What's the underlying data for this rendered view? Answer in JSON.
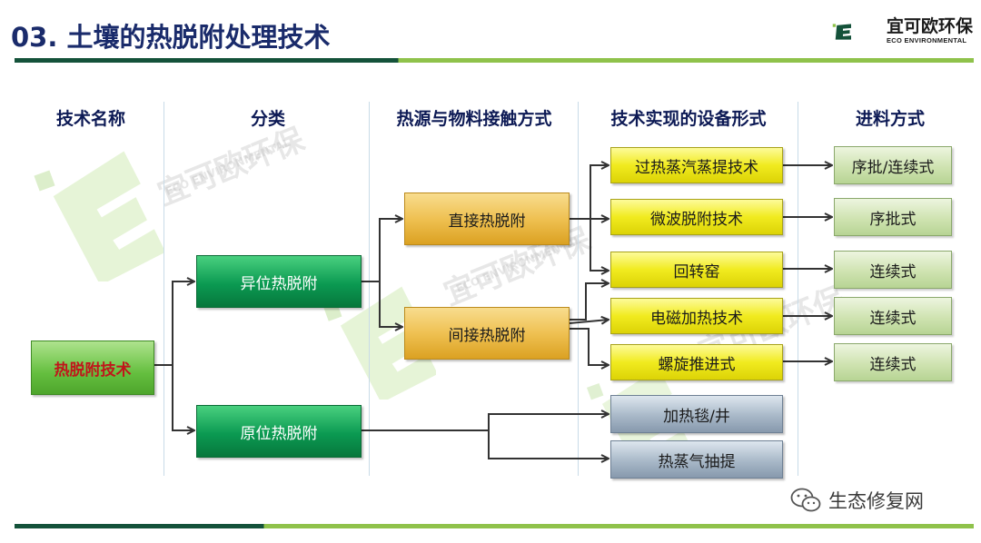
{
  "header": {
    "title": "03. 土壤的热脱附处理技术",
    "logo_name": "宜可欧环保",
    "logo_sub": "ECO ENVIRONMENTAL",
    "logo_letter": "E"
  },
  "watermark": {
    "name": "宜可欧环保",
    "sub": "ECO ENVIRONMENTAL"
  },
  "columns": [
    "技术名称",
    "分类",
    "热源与物料接触方式",
    "技术实现的设备形式",
    "进料方式"
  ],
  "nodes": {
    "root": "热脱附技术",
    "ex_situ": "异位热脱附",
    "in_situ": "原位热脱附",
    "direct": "直接热脱附",
    "indirect": "间接热脱附",
    "superheated_steam": "过热蒸汽蒸提技术",
    "microwave": "微波脱附技术",
    "rotary_kiln": "回转窑",
    "electromagnetic": "电磁加热技术",
    "screw": "螺旋推进式",
    "heating_blanket": "加热毯/井",
    "steam_extraction": "热蒸气抽提"
  },
  "feed_modes": {
    "superheated_steam": "序批/连续式",
    "microwave": "序批式",
    "rotary_kiln": "连续式",
    "electromagnetic": "连续式",
    "screw": "连续式"
  },
  "footer": {
    "wechat_label": "生态修复网"
  },
  "colors": {
    "title": "#1a2b6b",
    "brand_dark": "#14523a",
    "brand_light": "#8fc24b",
    "root_text": "#c0161b"
  }
}
